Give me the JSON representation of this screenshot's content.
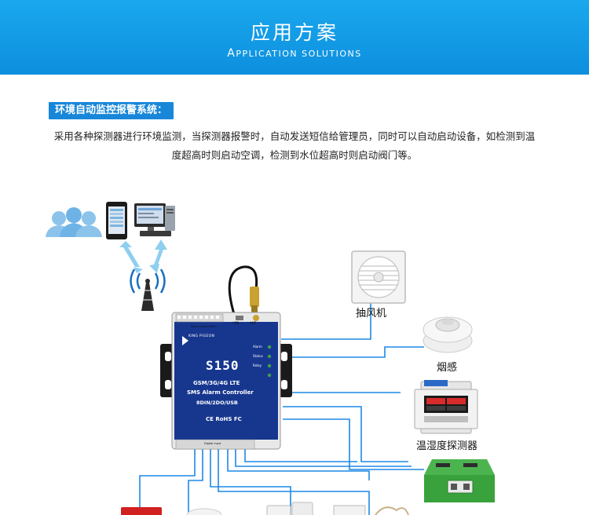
{
  "header": {
    "title": "应用方案",
    "subtitle_first": "A",
    "subtitle_rest": "PPLICATION SOLUTIONS"
  },
  "section": {
    "tag": "环境自动监控报警系统：",
    "desc_line1": "采用各种探测器进行环境监测，当探测器报警时，自动发送短信给管理员，同时可以自动启动设备，如检测到温",
    "desc_line2": "度超高时则启动空调，检测到水位超高时则启动阀门等。"
  },
  "device": {
    "brand": "KING PIGEON",
    "model": "S150",
    "line1": "GSM/3G/4G LTE",
    "line2": "SMS Alarm Controller",
    "line3": "8DIN/2DO/USB",
    "certs": "CE RoHS FC",
    "usb": "USB",
    "ant": "ANT",
    "relay": "Relay Output",
    "term": "Term",
    "digital_input": "Digital Input",
    "led_labels": [
      "Alarm",
      "Status",
      "Relay"
    ]
  },
  "labels": {
    "fan": "抽风机",
    "smoke": "烟感",
    "temp_humidity": "温湿度探测器"
  },
  "colors": {
    "banner": "#1aa8ee",
    "accent": "#1887d9",
    "line": "#1e88e5"
  }
}
